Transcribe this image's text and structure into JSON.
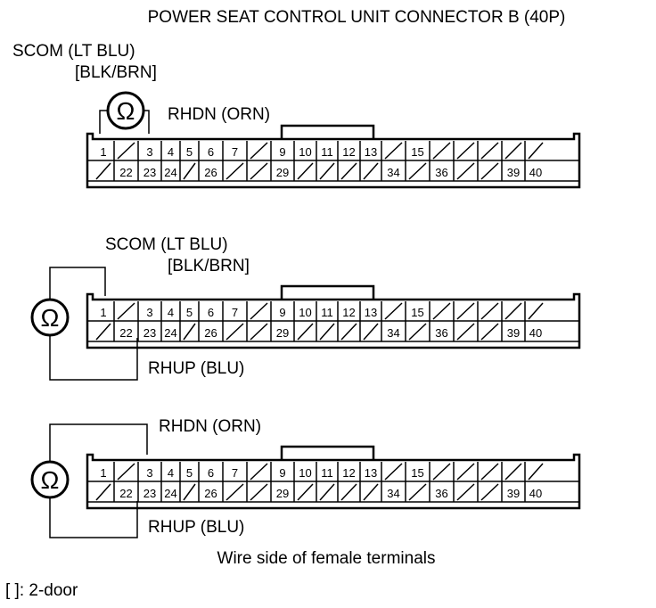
{
  "title": "POWER SEAT CONTROL UNIT CONNECTOR B (40P)",
  "legend": "[ ]: 2-door",
  "footer": "Wire side of female terminals",
  "ohm_symbol": "Ω",
  "connector": {
    "top_row": [
      "1",
      "",
      "3",
      "4",
      "5",
      "6",
      "7",
      "",
      "9",
      "10",
      "11",
      "12",
      "13",
      "",
      "15",
      "",
      "",
      "",
      "",
      ""
    ],
    "bottom_row": [
      "",
      "22",
      "23",
      "24",
      "",
      "26",
      "",
      "",
      "29",
      "",
      "",
      "",
      "",
      "34",
      "",
      "36",
      "",
      "",
      "39",
      "40"
    ]
  },
  "tests": [
    {
      "probe_a_pin": "1",
      "probe_b_pin": "3",
      "label_a_line1": "SCOM (LT BLU)",
      "label_a_line2": "[BLK/BRN]",
      "label_b": "RHDN (ORN)"
    },
    {
      "probe_a_pin": "1",
      "probe_b_pin": "22",
      "label_a_line1": "SCOM (LT BLU)",
      "label_a_line2": "[BLK/BRN]",
      "label_b": "RHUP (BLU)"
    },
    {
      "probe_a_pin": "3",
      "probe_b_pin": "22",
      "label_a": "RHDN (ORN)",
      "label_b": "RHUP (BLU)"
    }
  ],
  "colors": {
    "line": "#000000",
    "background": "#ffffff"
  }
}
